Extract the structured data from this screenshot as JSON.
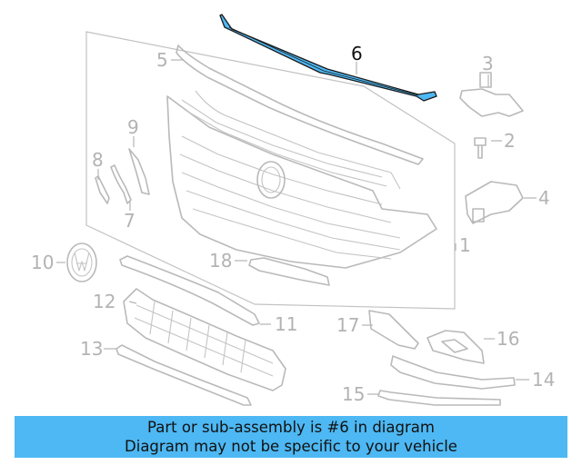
{
  "diagram": {
    "highlight_color": "#4db8f3",
    "highlighted_part": "6",
    "callouts": {
      "c1": "1",
      "c2": "2",
      "c3": "3",
      "c4": "4",
      "c5": "5",
      "c6": "6",
      "c7": "7",
      "c8": "8",
      "c9": "9",
      "c10": "10",
      "c11": "11",
      "c12": "12",
      "c13": "13",
      "c14": "14",
      "c15": "15",
      "c16": "16",
      "c17": "17",
      "c18": "18"
    }
  },
  "caption": {
    "line1": "Part or sub-assembly is #6 in diagram",
    "line2": "Diagram may not be specific to your vehicle"
  }
}
